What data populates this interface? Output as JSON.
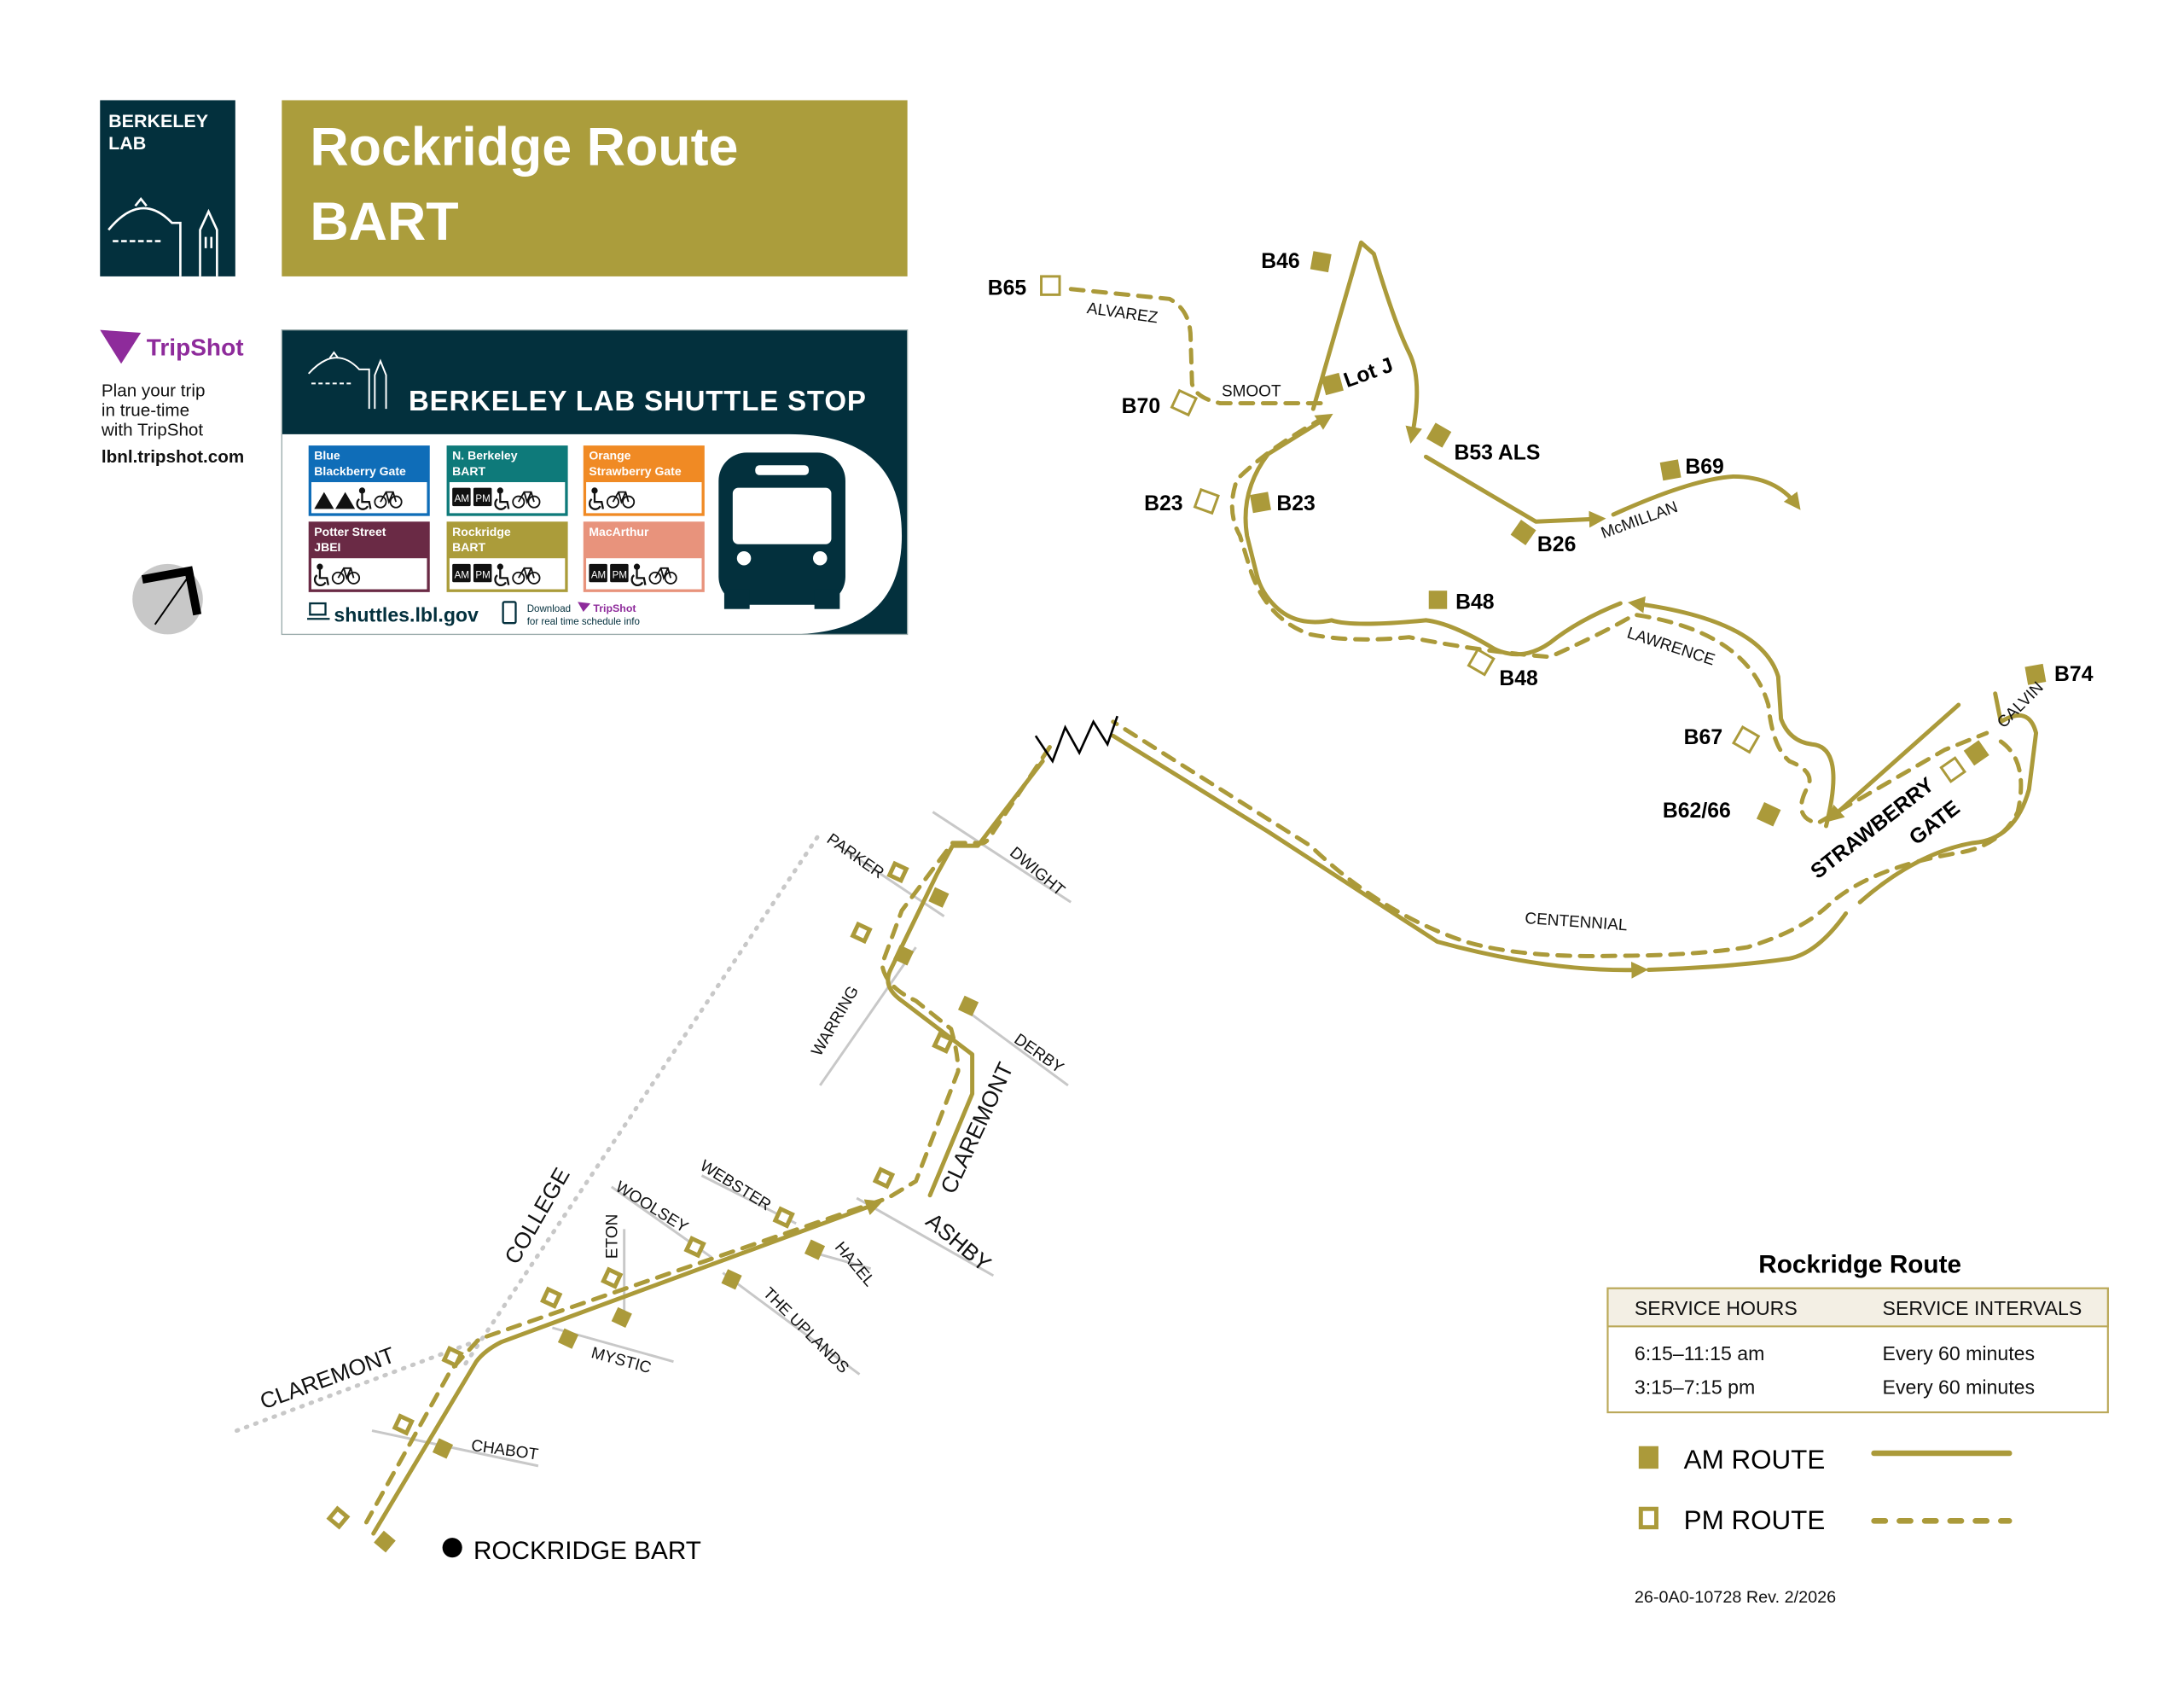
{
  "header": {
    "org_logo_line1": "BERKELEY",
    "org_logo_line2": "LAB",
    "title_line1": "Rockridge Route",
    "title_line2": "BART"
  },
  "tripshot": {
    "brand": "TripShot",
    "line1": "Plan your trip",
    "line2": "in true-time",
    "line3": "with TripShot",
    "url": "lbnl.tripshot.com"
  },
  "sign": {
    "title": "BERKELEY LAB SHUTTLE STOP",
    "routes": [
      {
        "line1": "Blue",
        "line2": "Blackberry Gate",
        "color": "#0f6db8",
        "badges": "hill,hill,wheelchair,bike"
      },
      {
        "line1": "N. Berkeley",
        "line2": "BART",
        "color": "#0e7a7a",
        "badges": "AM,PM,wheelchair,bike"
      },
      {
        "line1": "Orange",
        "line2": "Strawberry Gate",
        "color": "#f08a24",
        "badges": "wheelchair,bike"
      },
      {
        "line1": "Potter Street",
        "line2": "JBEI",
        "color": "#6a2a45",
        "badges": "wheelchair,bike"
      },
      {
        "line1": "Rockridge",
        "line2": "BART",
        "color": "#ab9c3a",
        "badges": "AM,PM,wheelchair,bike"
      },
      {
        "line1": "MacArthur",
        "line2": "",
        "color": "#e8937c",
        "badges": "AM,PM,wheelchair,bike"
      }
    ],
    "am": "AM",
    "pm": "PM",
    "website": "shuttles.lbl.gov",
    "download_line1": "Download",
    "download_brand": "TripShot",
    "download_line2": "for real time schedule info"
  },
  "colors": {
    "route": "#ab9a3a",
    "navy": "#03303d",
    "tripshot_purple": "#8e2b9b",
    "street_gray": "#c8c8c8"
  },
  "map": {
    "stops": {
      "b65": "B65",
      "b46": "B46",
      "b70": "B70",
      "lotj": "Lot J",
      "b53": "B53 ALS",
      "b69": "B69",
      "b23_pm": "B23",
      "b23_am": "B23",
      "b26": "B26",
      "b48_am": "B48",
      "b48_pm": "B48",
      "b74": "B74",
      "b67": "B67",
      "b62": "B62/66"
    },
    "streets": {
      "alvarez": "ALVAREZ",
      "smoot": "SMOOT",
      "mcmillan": "McMILLAN",
      "lawrence": "LAWRENCE",
      "calvin": "CALVIN",
      "strawberry": "STRAWBERRY",
      "gate": "GATE",
      "centennial": "CENTENNIAL",
      "parker": "PARKER",
      "dwight": "DWIGHT",
      "warring": "WARRING",
      "derby": "DERBY",
      "claremont_upper": "CLAREMONT",
      "ashby": "ASHBY",
      "webster": "WEBSTER",
      "hazel": "HAZEL",
      "woolsey": "WOOLSEY",
      "uplands": "THE UPLANDS",
      "eton": "ETON",
      "college": "COLLEGE",
      "mystic": "MYSTIC",
      "claremont_lower": "CLAREMONT",
      "chabot": "CHABOT"
    },
    "destination": "ROCKRIDGE BART"
  },
  "legend": {
    "title": "Rockridge Route",
    "headers": [
      "SERVICE HOURS",
      "SERVICE INTERVALS"
    ],
    "rows": [
      [
        "6:15–11:15 am",
        "Every 60 minutes"
      ],
      [
        "3:15–7:15 pm",
        "Every 60 minutes"
      ]
    ],
    "am_label": "AM ROUTE",
    "pm_label": "PM ROUTE",
    "doc_id": "26-0A0-10728 Rev. 2/2026"
  }
}
